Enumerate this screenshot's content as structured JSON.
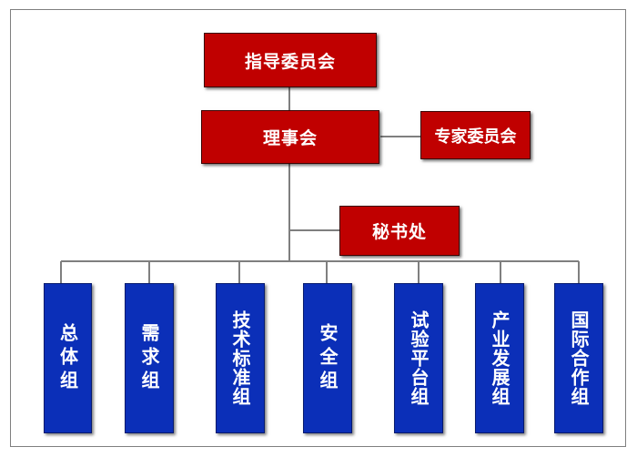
{
  "colors": {
    "governance_box": "#c00000",
    "working_group_box": "#0b2fb8",
    "connector_line": "#7f7f7f"
  },
  "nodes": {
    "steering_committee": "指导委员会",
    "council": "理事会",
    "expert_committee": "专家委员会",
    "secretariat": "秘书处"
  },
  "groups": [
    "总体组",
    "需求组",
    "技术标准组",
    "安全组",
    "试验平台组",
    "产业发展组",
    "国际合作组"
  ]
}
